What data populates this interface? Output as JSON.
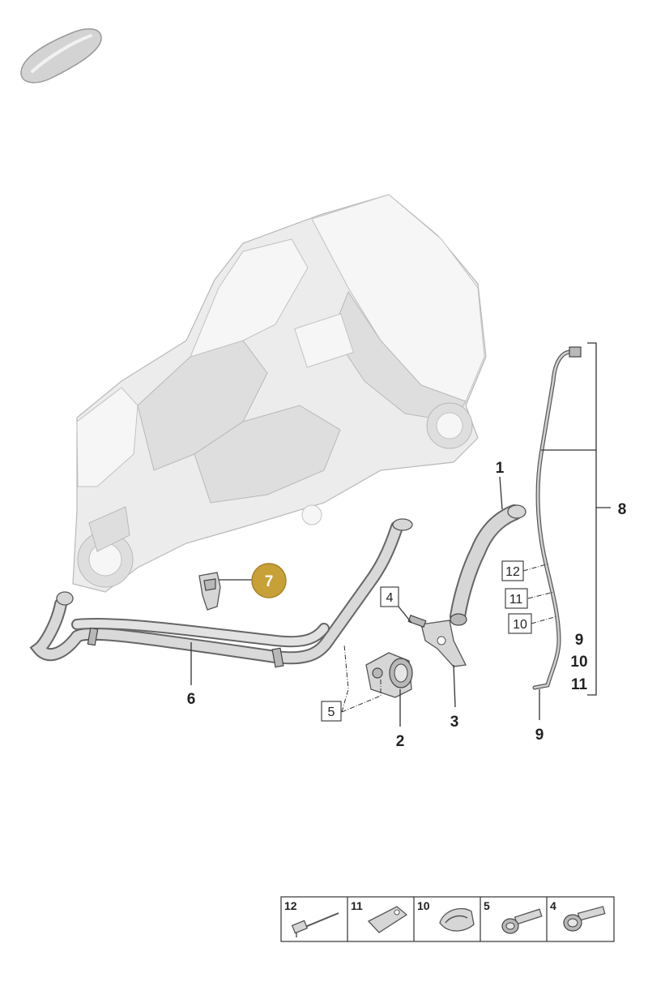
{
  "callouts": [
    {
      "id": "c1",
      "label": "1"
    },
    {
      "id": "c2",
      "label": "2"
    },
    {
      "id": "c3",
      "label": "3"
    },
    {
      "id": "c6",
      "label": "6"
    },
    {
      "id": "c8",
      "label": "8"
    },
    {
      "id": "c9a",
      "label": "9"
    },
    {
      "id": "c9b",
      "label": "9"
    },
    {
      "id": "c10",
      "label": "10"
    },
    {
      "id": "c11",
      "label": "11"
    }
  ],
  "boxed_callouts": [
    {
      "id": "b4",
      "label": "4"
    },
    {
      "id": "b5",
      "label": "5"
    },
    {
      "id": "b12",
      "label": "12"
    },
    {
      "id": "b11",
      "label": "11"
    },
    {
      "id": "b10",
      "label": "10"
    }
  ],
  "highlighted_callout": {
    "label": "7",
    "color": "#c8a038"
  },
  "legend": [
    {
      "label": "12",
      "part": "bleed-screw-icon"
    },
    {
      "label": "11",
      "part": "clip-plate-icon"
    },
    {
      "label": "10",
      "part": "hose-clip-icon"
    },
    {
      "label": "5",
      "part": "bolt-icon"
    },
    {
      "label": "4",
      "part": "flange-bolt-icon"
    }
  ],
  "colors": {
    "highlight": "#c8a038",
    "line": "#333333"
  }
}
